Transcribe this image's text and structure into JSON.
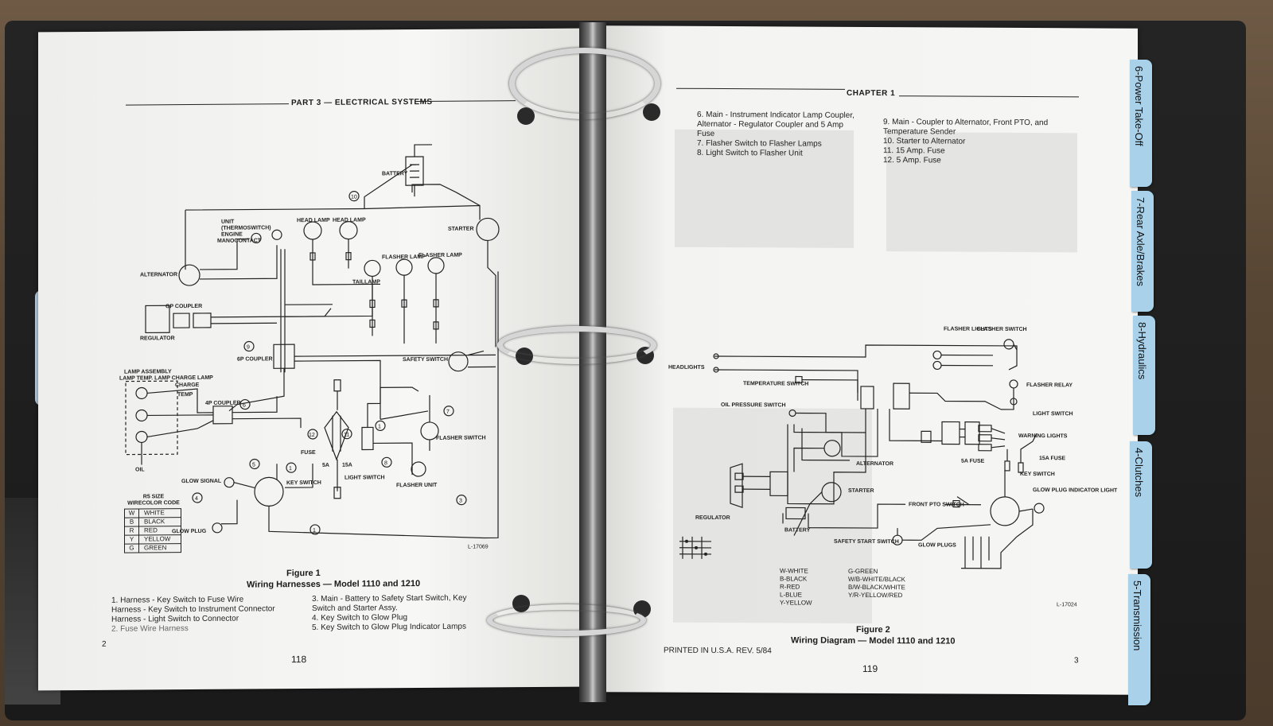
{
  "left_page": {
    "header": "PART 3 — ELECTRICAL SYSTEMS",
    "figure_code": "L-17069",
    "figure_number": "Figure 1",
    "figure_title": "Wiring Harnesses — Model 1110 and 1210",
    "legend_left": [
      "1.  Harness - Key Switch to Fuse Wire",
      "     Harness - Key Switch to Instrument Connector",
      "     Harness - Light Switch to Connector",
      "2.  Fuse Wire Harness"
    ],
    "legend_right": [
      "3.  Main - Battery to Safety Start Switch, Key",
      "     Switch and Starter Assy.",
      "4.  Key Switch to Glow Plug",
      "5.  Key Switch to Glow Plug Indicator Lamps"
    ],
    "corner_number": "2",
    "page_number": "118",
    "diagram_labels": {
      "battery": "BATTERY",
      "unit": "UNIT (THERMOSWITCH) ENGINE",
      "head_lamp_1": "HEAD LAMP",
      "head_lamp_2": "HEAD LAMP",
      "starter": "STARTER",
      "manocontact": "MANOCONTACT",
      "alternator": "ALTERNATOR",
      "taillamp": "TAILLAMP",
      "flasher_lamp_1": "FLASHER LAMP",
      "flasher_lamp_2": "FLASHER LAMP",
      "gp_coupler": "GP COUPLER",
      "regulator": "REGULATOR",
      "sixp_coupler": "6P COUPLER",
      "safety_switch": "SAFETY SWITCH",
      "lamp_assembly": "LAMP ASSEMBLY",
      "lamp_sub": "LAMP TEMP. LAMP CHARGE LAMP",
      "charge": "CHARGE",
      "temp": "TEMP",
      "fourp_coupler": "4P COUPLER",
      "oil": "OIL",
      "fuse": "FUSE",
      "light_switch": "LIGHT SWITCH",
      "flasher_switch": "FLASHER SWITCH",
      "flasher_unit": "FLASHER UNIT",
      "glow_signal": "GLOW SIGNAL",
      "key_switch": "KEY SWITCH",
      "glow_plug": "GLOW PLUG",
      "fuse_5a": "5A",
      "fuse_15a": "15A"
    },
    "wire_color_title": "R5 SIZE WIRECOLOR CODE",
    "wire_colors": [
      [
        "W",
        "WHITE"
      ],
      [
        "B",
        "BLACK"
      ],
      [
        "R",
        "RED"
      ],
      [
        "Y",
        "YELLOW"
      ],
      [
        "G",
        "GREEN"
      ]
    ]
  },
  "right_page": {
    "header": "CHAPTER 1",
    "legend_left": [
      "6.  Main - Instrument Indicator Lamp Coupler,",
      "     Alternator - Regulator Coupler and 5 Amp",
      "     Fuse",
      "7.  Flasher Switch to Flasher Lamps",
      "8.  Light Switch to Flasher Unit"
    ],
    "legend_right": [
      "9.  Main - Coupler to Alternator, Front PTO, and",
      "     Temperature Sender",
      "10.  Starter to Alternator",
      "11.  15 Amp. Fuse",
      "12.  5 Amp. Fuse"
    ],
    "diagram_labels": {
      "flasher_lights": "FLASHER LIGHTS",
      "flasher_switch": "FLASHER SWITCH",
      "headlights": "HEADLIGHTS",
      "temperature_switch": "TEMPERATURE SWITCH",
      "flasher_relay": "FLASHER RELAY",
      "oil_pressure_switch": "OIL PRESSURE SWITCH",
      "light_switch": "LIGHT SWITCH",
      "warning_lights": "WARNING LIGHTS",
      "alternator": "ALTERNATOR",
      "fuse_5a": "5A FUSE",
      "fuse_15a": "15A FUSE",
      "key_switch": "KEY SWITCH",
      "starter": "STARTER",
      "front_pto_switch": "FRONT PTO SWITCH",
      "glow_plug_indicator": "GLOW PLUG INDICATOR LIGHT",
      "regulator": "REGULATOR",
      "battery": "BATTERY",
      "safety_start_switch": "SAFETY START SWITCH",
      "glow_plugs": "GLOW PLUGS"
    },
    "color_key_left": [
      "W-WHITE",
      "B-BLACK",
      "R-RED",
      "L-BLUE",
      "Y-YELLOW"
    ],
    "color_key_right": [
      "G-GREEN",
      "W/B-WHITE/BLACK",
      "B/W-BLACK/WHITE",
      "Y/R-YELLOW/RED"
    ],
    "figure_code": "L-17024",
    "figure_number": "Figure 2",
    "figure_title": "Wiring Diagram — Model 1110 and 1210",
    "printed": "PRINTED IN U.S.A.    REV. 5/84",
    "page_number": "119",
    "corner_number": "3"
  },
  "tabs": [
    {
      "label": "6-Power Take-Off"
    },
    {
      "label": "7-Rear Axle/Brakes"
    },
    {
      "label": "8-Hydraulics"
    },
    {
      "label": "4-Clutches"
    },
    {
      "label": "5-Transmission"
    }
  ],
  "colors": {
    "tab_blue": "#a9d2ea",
    "binder_black": "#1a1a1a",
    "page_white": "#f4f4f2",
    "table_wood": "#5a4836"
  }
}
